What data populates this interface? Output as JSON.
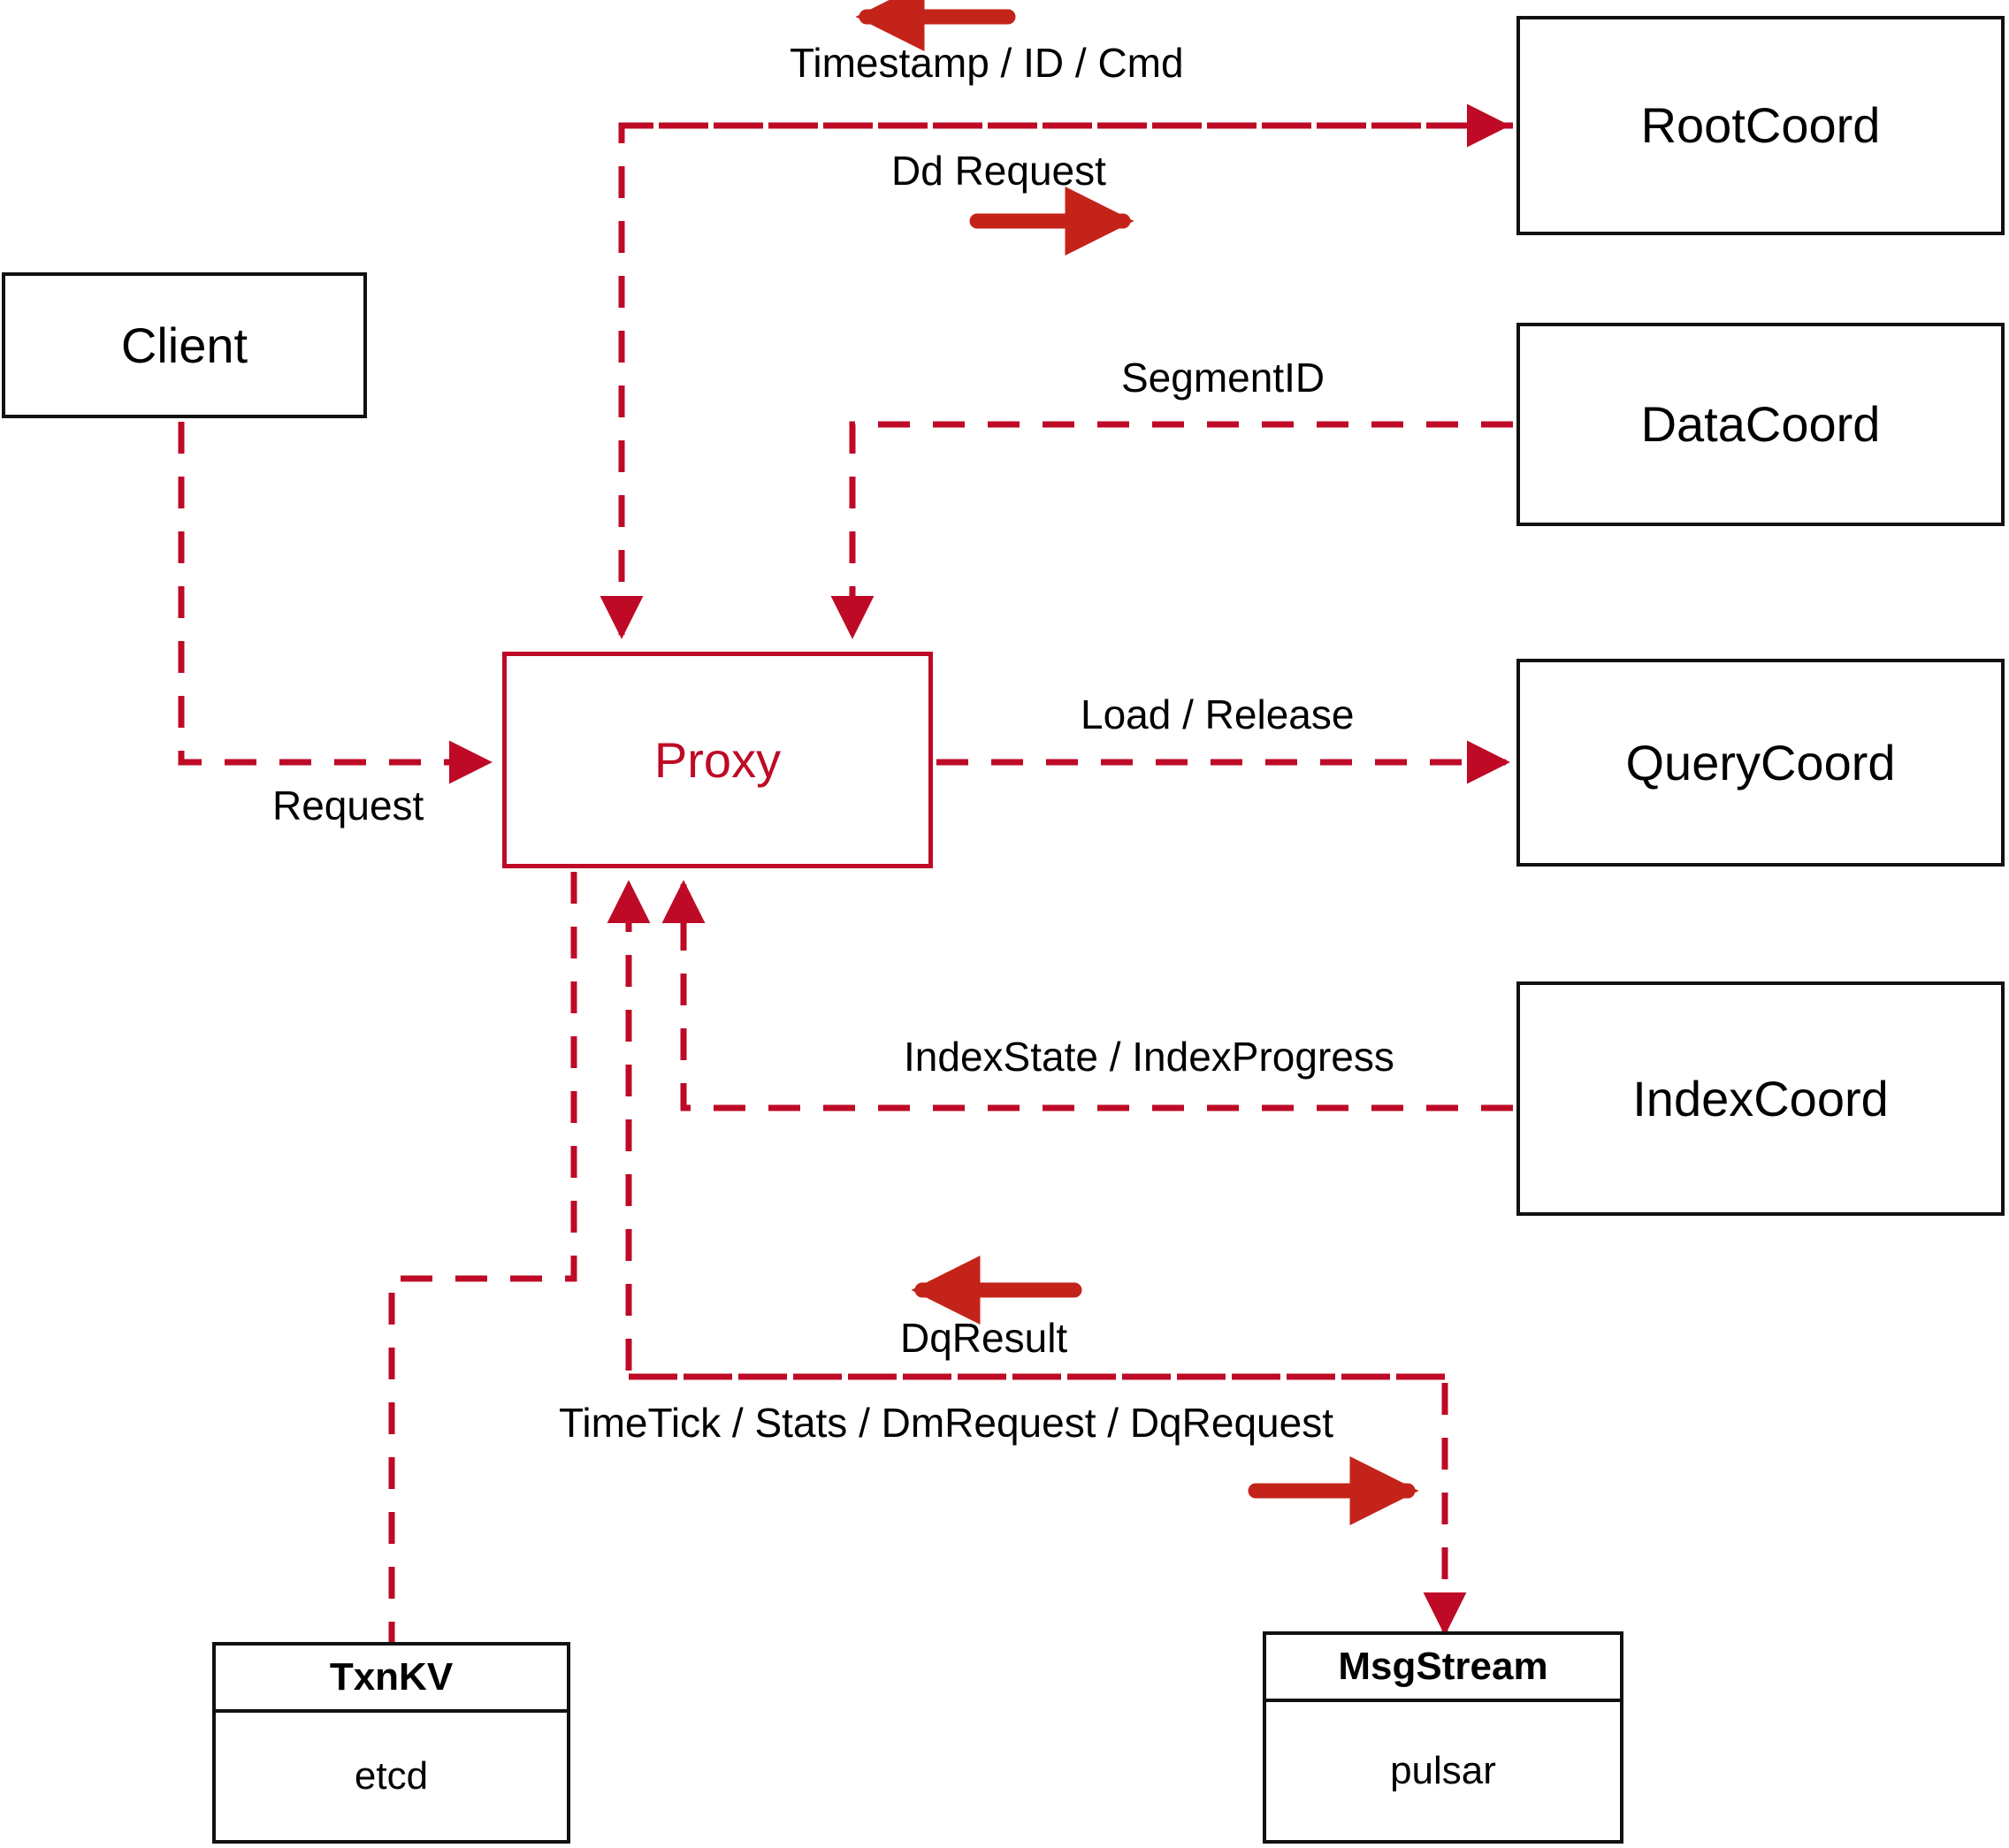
{
  "diagram": {
    "title": "Proxy component interaction diagram",
    "colors": {
      "dashed_red": "#BE0A26",
      "solid_arrow_red": "#C4231A",
      "box_black": "#111111",
      "background": "#FFFFFF"
    }
  },
  "nodes": {
    "client": {
      "label": "Client"
    },
    "proxy": {
      "label": "Proxy"
    },
    "root_coord": {
      "label": "RootCoord"
    },
    "data_coord": {
      "label": "DataCoord"
    },
    "query_coord": {
      "label": "QueryCoord"
    },
    "index_coord": {
      "label": "IndexCoord"
    },
    "txn_kv": {
      "header": "TxnKV",
      "body": "etcd"
    },
    "msg_stream": {
      "header": "MsgStream",
      "body": "pulsar"
    }
  },
  "edge_labels": {
    "timestamp_id_cmd": "Timestamp / ID / Cmd",
    "dd_request": "Dd Request",
    "segment_id": "SegmentID",
    "request": "Request",
    "load_release": "Load / Release",
    "index_state_progress": "IndexState / IndexProgress",
    "dq_result": "DqResult",
    "timetick_stats_dm_dq": "TimeTick / Stats / DmRequest / DqRequest"
  },
  "edges": [
    {
      "name": "client-to-proxy",
      "label": "Request",
      "from": "client",
      "to": "proxy",
      "style": "dashed",
      "direction": "forward"
    },
    {
      "name": "proxy-to-rootcoord",
      "label": "Dd Request",
      "from": "proxy",
      "to": "root_coord",
      "style": "dashed",
      "direction": "forward"
    },
    {
      "name": "rootcoord-to-proxy",
      "label": "Timestamp / ID / Cmd",
      "from": "root_coord",
      "to": "proxy",
      "style": "dashed",
      "direction": "backward"
    },
    {
      "name": "datacoord-to-proxy",
      "label": "SegmentID",
      "from": "data_coord",
      "to": "proxy",
      "style": "dashed",
      "direction": "backward"
    },
    {
      "name": "proxy-to-querycoord",
      "label": "Load / Release",
      "from": "proxy",
      "to": "query_coord",
      "style": "dashed",
      "direction": "forward"
    },
    {
      "name": "indexcoord-to-proxy",
      "label": "IndexState / IndexProgress",
      "from": "index_coord",
      "to": "proxy",
      "style": "dashed",
      "direction": "backward"
    },
    {
      "name": "proxy-to-txnkv",
      "label": "",
      "from": "proxy",
      "to": "txn_kv",
      "style": "dashed",
      "direction": "none"
    },
    {
      "name": "proxy-to-msgstream",
      "label": "TimeTick / Stats / DmRequest / DqRequest",
      "from": "proxy",
      "to": "msg_stream",
      "style": "dashed",
      "direction": "forward"
    },
    {
      "name": "msgstream-to-proxy",
      "label": "DqResult",
      "from": "msg_stream",
      "to": "proxy",
      "style": "dashed",
      "direction": "backward"
    }
  ],
  "legend_arrows": [
    {
      "name": "timestamp-direction-arrow",
      "direction": "left"
    },
    {
      "name": "dd-request-direction-arrow",
      "direction": "right"
    },
    {
      "name": "dq-result-direction-arrow",
      "direction": "left"
    },
    {
      "name": "dm-dq-request-direction-arrow",
      "direction": "right"
    }
  ]
}
